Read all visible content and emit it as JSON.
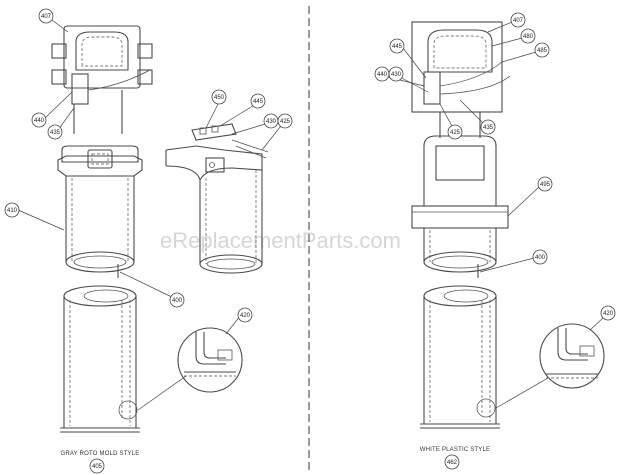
{
  "diagram": {
    "watermark": "eReplacementParts.com",
    "left_panel": {
      "caption": "GRAY ROTO MOLD STYLE",
      "figure_number": "405",
      "callouts": {
        "c407": "407",
        "c440": "440",
        "c435": "435",
        "c450": "450",
        "c445": "445",
        "c430": "430",
        "c425": "425",
        "c410": "410",
        "c400": "400",
        "c420": "420"
      }
    },
    "right_panel": {
      "caption": "WHITE  PLASTIC STYLE",
      "figure_number": "462",
      "callouts": {
        "c407": "407",
        "c480": "480",
        "c485": "485",
        "c445": "445",
        "c440": "440",
        "c430": "430",
        "c425": "425",
        "c435": "435",
        "c495": "495",
        "c400": "400",
        "c420": "420"
      }
    }
  }
}
